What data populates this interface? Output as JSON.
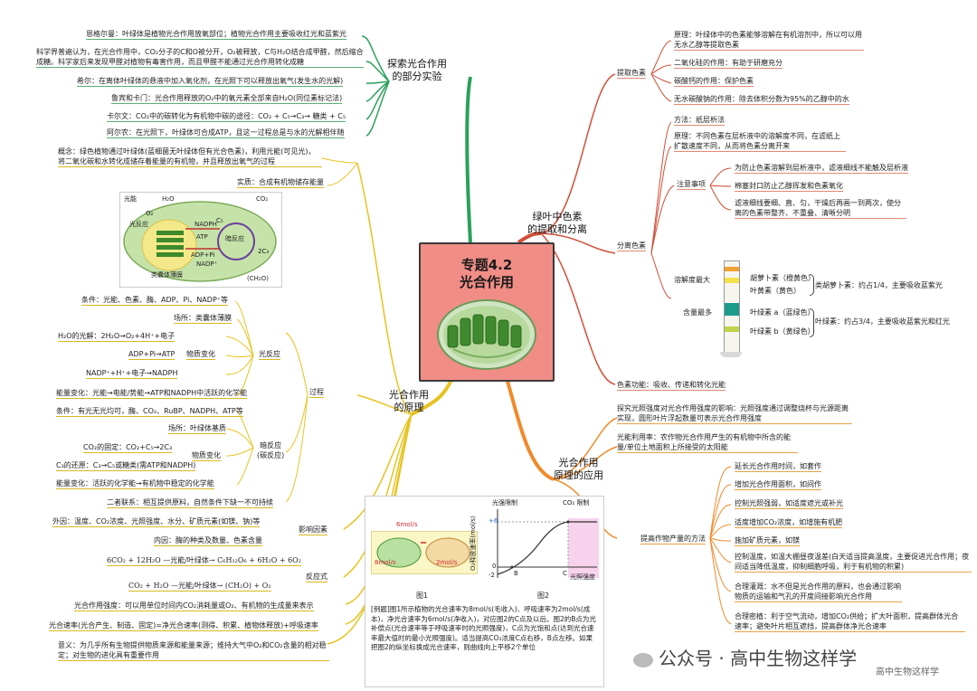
{
  "center": {
    "line1": "专题4.2",
    "line2": "光合作用"
  },
  "branches": {
    "explore": "探索光合作用\n的部分实验",
    "pigment": "绿叶中色素\n的提取和分离",
    "principle": "光合作用\n的原理",
    "application": "光合作用\n原理的应用"
  },
  "explore_items": [
    "恩格尔曼：叶绿体是植物光合作用放氧部位；植物光合作用主要吸收红光和蓝紫光",
    "科学界普遍认为，在光合作用中，CO₂分子的C和O被分开，O₂被释放，C与H₂O结合成甲醛，然后缩合成糖。科学家后来发现甲醛对植物有毒害作用，而且甲醛不能通过光合作用转化成糖",
    "希尔：在离体叶绿体的悬液中加入氧化剂，在光照下可以释放出氧气(发生水的光解)",
    "鲁宾和卡门：光合作用释放的O₂中的氧元素全部来自H₂O(同位素标记法)",
    "卡尔文：CO₂中的碳转化为有机物中碳的途径：CO₂ + C₅→C₃→ 糖类 + C₅",
    "阿尔农：在光照下，叶绿体可合成ATP，且这一过程总是与水的光解相伴随"
  ],
  "extraction": {
    "label": "提取色素",
    "items": [
      "原理：叶绿体中的色素能够溶解在有机溶剂中，所以可以用无水乙醇等提取色素",
      "二氧化硅的作用：有助于研磨充分",
      "碳酸钙的作用：保护色素",
      "无水碳酸钠的作用：除去体积分数为95%的乙醇中的水"
    ]
  },
  "separation": {
    "label": "分离色素",
    "method": "方法：纸层析法",
    "principle": "原理：不同色素在层析液中的溶解度不同，在滤纸上扩散速度不同，从而将色素分离开来",
    "notes_label": "注意事项",
    "notes": [
      "为防止色素溶解到层析液中，滤液细线不能触及层析液",
      "棉塞封口防止乙醇挥发和色素氧化",
      "滤液细线要细、直、匀，干燥后再画一到两次，使分离的色素带整齐、不重叠、清晰分明"
    ],
    "strip": {
      "top_label": "溶解度最大",
      "mid_label": "含量最多",
      "bands": [
        "胡萝卜素（橙黄色）",
        "叶黄素（黄色）",
        "叶绿素 a（蓝绿色）",
        "叶绿素 b（黄绿色）"
      ],
      "band_colors": [
        "#f1a232",
        "#f2e14a",
        "#1e9a8c",
        "#bfd24a"
      ],
      "carotenoid_note": "类胡萝卜素：约占1/4，主要吸收蓝紫光",
      "chlorophyll_note": "叶绿素：约占3/4，主要吸收蓝紫光和红光"
    },
    "function": "色素功能：吸收、传递和转化光能"
  },
  "principle": {
    "concept": "概念：绿色植物通过叶绿体(蓝细菌无叶绿体但有光合色素)，利用光能(可见光)，将二氧化碳和水转化成储存着能量的有机物，并且释放出氧气的过程",
    "essence": "实质：合成有机物储存能量",
    "diagram_labels": [
      "光能",
      "H₂O",
      "CO₂",
      "NADPH",
      "ATP",
      "ADP+Pi",
      "NADP⁺",
      "光反应",
      "暗反应",
      "类囊体薄膜",
      "(CH₂O)",
      "O₂",
      "C₅",
      "2C₃"
    ],
    "process_label": "过程",
    "light": {
      "label": "光反应",
      "cond": "条件：光能、色素、酶、ADP、Pi、NADP⁺等",
      "place": "场所：类囊体薄膜",
      "photolysis": "H₂O的光解：2H₂O→O₂+4H⁺+电子",
      "matter_label": "物质变化",
      "atp": "ADP+Pi→ATP",
      "nadph": "NADP⁺+H⁺+电子→NADPH",
      "energy": "能量变化：光能→电能/势能→ATP和NADPH中活跃的化学能"
    },
    "dark": {
      "label": "暗反应\n(碳反应)",
      "cond": "条件：有光无光均可，酶、CO₂、RuBP、NADPH、ATP等",
      "place": "场所：叶绿体基质",
      "matter_label": "物质变化",
      "fix": "CO₂的固定：CO₂+C₅→2C₃",
      "reduce": "C₃的还原：C₃→C₅或糖类(需ATP和NADPH)",
      "energy": "能量变化：活跃的化学能→有机物中稳定的化学能"
    },
    "relation": "二者联系：相互提供原料，自然条件下缺一不可持续",
    "factors_label": "影响因素",
    "factors_ext": "外因：温度、CO₂浓度、光照强度、水分、矿质元素(如镁、钠)等",
    "factors_int": "内因：酶的种类及数量、色素含量",
    "equation_label": "反应式",
    "eq1": "6CO₂ + 12H₂O —光能/叶绿体→ C₆H₁₂O₆ + 6H₂O + 6O₂",
    "eq2": "CO₂ + H₂O —光能/叶绿体→ (CH₂O) + O₂",
    "intensity": "光合作用强度：可以用单位时间内CO₂消耗量或O₂、有机物的生成量来表示",
    "rate": "光合速率(光合产生、制造、固定)=净光合速率(测得、积累、植物体释放)+呼吸速率",
    "meaning": "意义：为几乎所有生物提供物质来源和能量来源；维持大气中O₂和CO₂含量的相对稳定；对生物的进化具有重要作用"
  },
  "application": {
    "explore": "探究光照强度对光合作用强度的影响：光照强度通过调整烧杯与光源距离实现，圆形叶片浮起数量可表示光合作用强度",
    "utilization": "光能利用率：农作物光合作用产生的有机物中所含的能量/单位土地面积上所接受的太阳能",
    "yield_label": "提高作物产量的方法",
    "methods": [
      "延长光合作用时间，如套作",
      "增加光合作用面积，如间作",
      "控制光照强弱，如适度遮光或补光",
      "适度增加CO₂浓度，如增施有机肥",
      "施加矿质元素，如镁",
      "控制温度，如温大棚昼夜温差(白天适当提高温度，主要促进光合作用；夜间适当降低温度，抑制细胞呼吸，利于有机物的积累)",
      "合理灌溉：水不但是光合作用的原料，也会通过影响物质的运输和气孔的开度间接影响光合作用",
      "合理密植：利于空气流动，增加CO₂供给；扩大叶面积，提高群体光合速率；避免叶片相互遮挡，提高群体净光合速率"
    ]
  },
  "example": {
    "fig1_caption": "图1",
    "fig2_caption": "图2",
    "fig1_rates": [
      "6mol/s",
      "8mol/s",
      "2mol/s"
    ],
    "fig2_labels": {
      "left": "光强限制",
      "right": "CO₂ 限制",
      "ylabel": "O₂释放速率(mol/s)",
      "xlabel": "光照强度",
      "y6": "+6",
      "y0": "0",
      "yneg": "-2",
      "B": "B",
      "C": "C"
    },
    "text": "[例题]图1所示植物的光合速率为8mol/s(毛收入)、呼吸速率为2mol/s(成本)，净光合速率为6mol/s(净收入)，对应图2的C点及以后。图2的B点为光补偿点(光合速率等于呼吸速率时的光照强度)，C点为光饱和点(达到光合速率最大值时的最小光照强度)。适当提高CO₂浓度C点右移，B点左移。如果把图2的纵坐标换成光合速率，则曲线向上平移2个单位"
  },
  "watermark": {
    "main": "公众号 · 高中生物这样学",
    "sub": "高中生物这样学"
  },
  "colors": {
    "green": "#2ca05a",
    "yellow": "#e6c321",
    "red": "#d0503a",
    "orange": "#f08a2a",
    "center_bg": "#f08d86"
  }
}
